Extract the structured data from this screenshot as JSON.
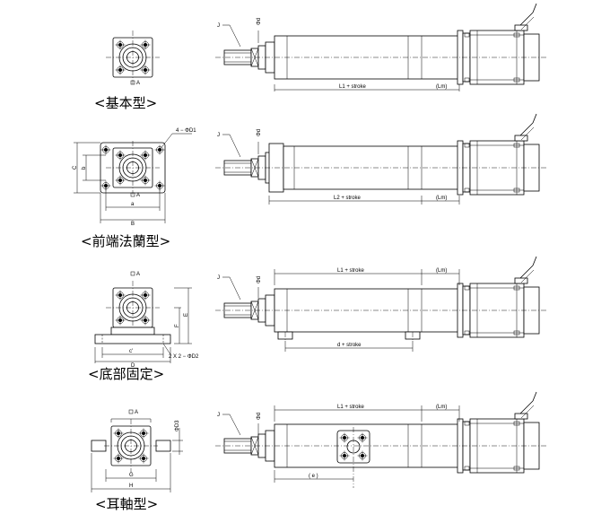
{
  "captions": {
    "basic": "<基本型>",
    "front_flange": "<前端法蘭型>",
    "foot": "<底部固定>",
    "trunnion": "<耳軸型>"
  },
  "labels": {
    "a_mark": "A",
    "j": "J",
    "phi_d": "Φd",
    "l1_stroke": "L1 + stroke",
    "l2_stroke": "L2 + stroke",
    "d_stroke": "d + stroke",
    "lm": "(Lm)",
    "e_paren": "( e )",
    "four_phi_d1": "4 − ΦD1",
    "two_x2_phi_d2": "2 X 2 − ΦD2",
    "c": "C",
    "b_lower": "b",
    "a_lower": "a",
    "b_upper": "B",
    "f": "F",
    "e": "E",
    "c_prime": "c'",
    "d_upper": "D",
    "phi_d3": "ΦD3",
    "g": "G",
    "h": "H"
  }
}
